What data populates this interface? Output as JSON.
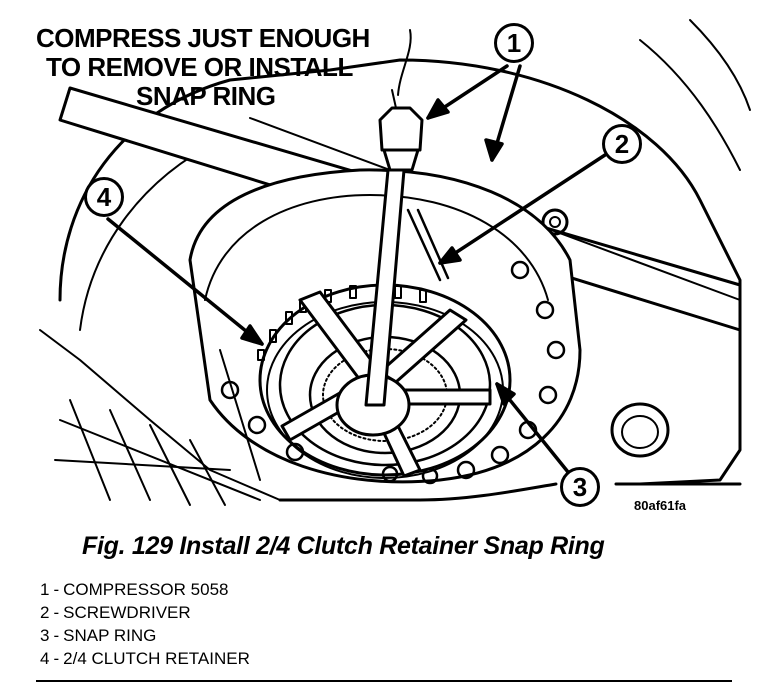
{
  "instruction": {
    "lines": [
      "COMPRESS JUST ENOUGH",
      "TO REMOVE OR INSTALL",
      "SNAP RING"
    ]
  },
  "callouts": [
    "1",
    "2",
    "3",
    "4"
  ],
  "figure_code": "80af61fa",
  "caption": "Fig. 129 Install 2/4 Clutch Retainer Snap Ring",
  "legend": [
    {
      "number": "1",
      "separator": "-",
      "label": "COMPRESSOR 5058"
    },
    {
      "number": "2",
      "separator": "-",
      "label": "SCREWDRIVER"
    },
    {
      "number": "3",
      "separator": "-",
      "label": "SNAP RING"
    },
    {
      "number": "4",
      "separator": "-",
      "label": "2/4 CLUTCH RETAINER"
    }
  ]
}
